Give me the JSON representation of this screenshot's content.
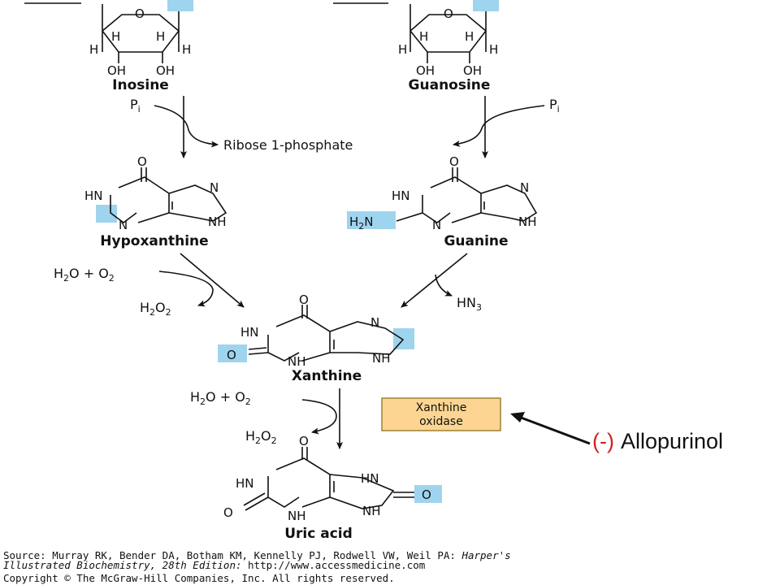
{
  "compounds": {
    "inosine": "Inosine",
    "guanosine": "Guanosine",
    "hypoxanthine": "Hypoxanthine",
    "guanine": "Guanine",
    "xanthine": "Xanthine",
    "uric_acid": "Uric acid"
  },
  "reagents": {
    "pi": "P",
    "pi_sub": "i",
    "ribose": "Ribose 1-phosphate",
    "h2o": "H",
    "h2o_2": "2",
    "h2o_o": "O + O",
    "h2o_o2": "2",
    "h2o2_h": "H",
    "h2o2_2": "2",
    "h2o2_o": "O",
    "h2o2_o2": "2",
    "hn3": "HN",
    "hn3_sub": "3"
  },
  "atoms": {
    "O": "O",
    "N": "N",
    "HN": "HN",
    "NH": "NH",
    "H": "H",
    "OH": "OH",
    "H2N_H": "H",
    "H2N_2": "2",
    "H2N_N": "N"
  },
  "enzyme": {
    "line1": "Xanthine",
    "line2": "oxidase"
  },
  "inhibitor": {
    "sign": "(-)",
    "name": "Allopurinol"
  },
  "source": {
    "prefix": "Source: Murray RK, Bender DA, Botham KM, Kennelly PJ, Rodwell VW, Weil PA: ",
    "italic1": "Harper's",
    "italic2": "Illustrated Biochemistry, 28th Edition:",
    "url": " http://www.accessmedicine.com",
    "copyright": "Copyright © The McGraw-Hill Companies, Inc. All rights reserved."
  },
  "colors": {
    "highlight": "#9fd4ee",
    "enzyme_box": "#fbd591",
    "inhibitor_sign": "#d42020"
  }
}
